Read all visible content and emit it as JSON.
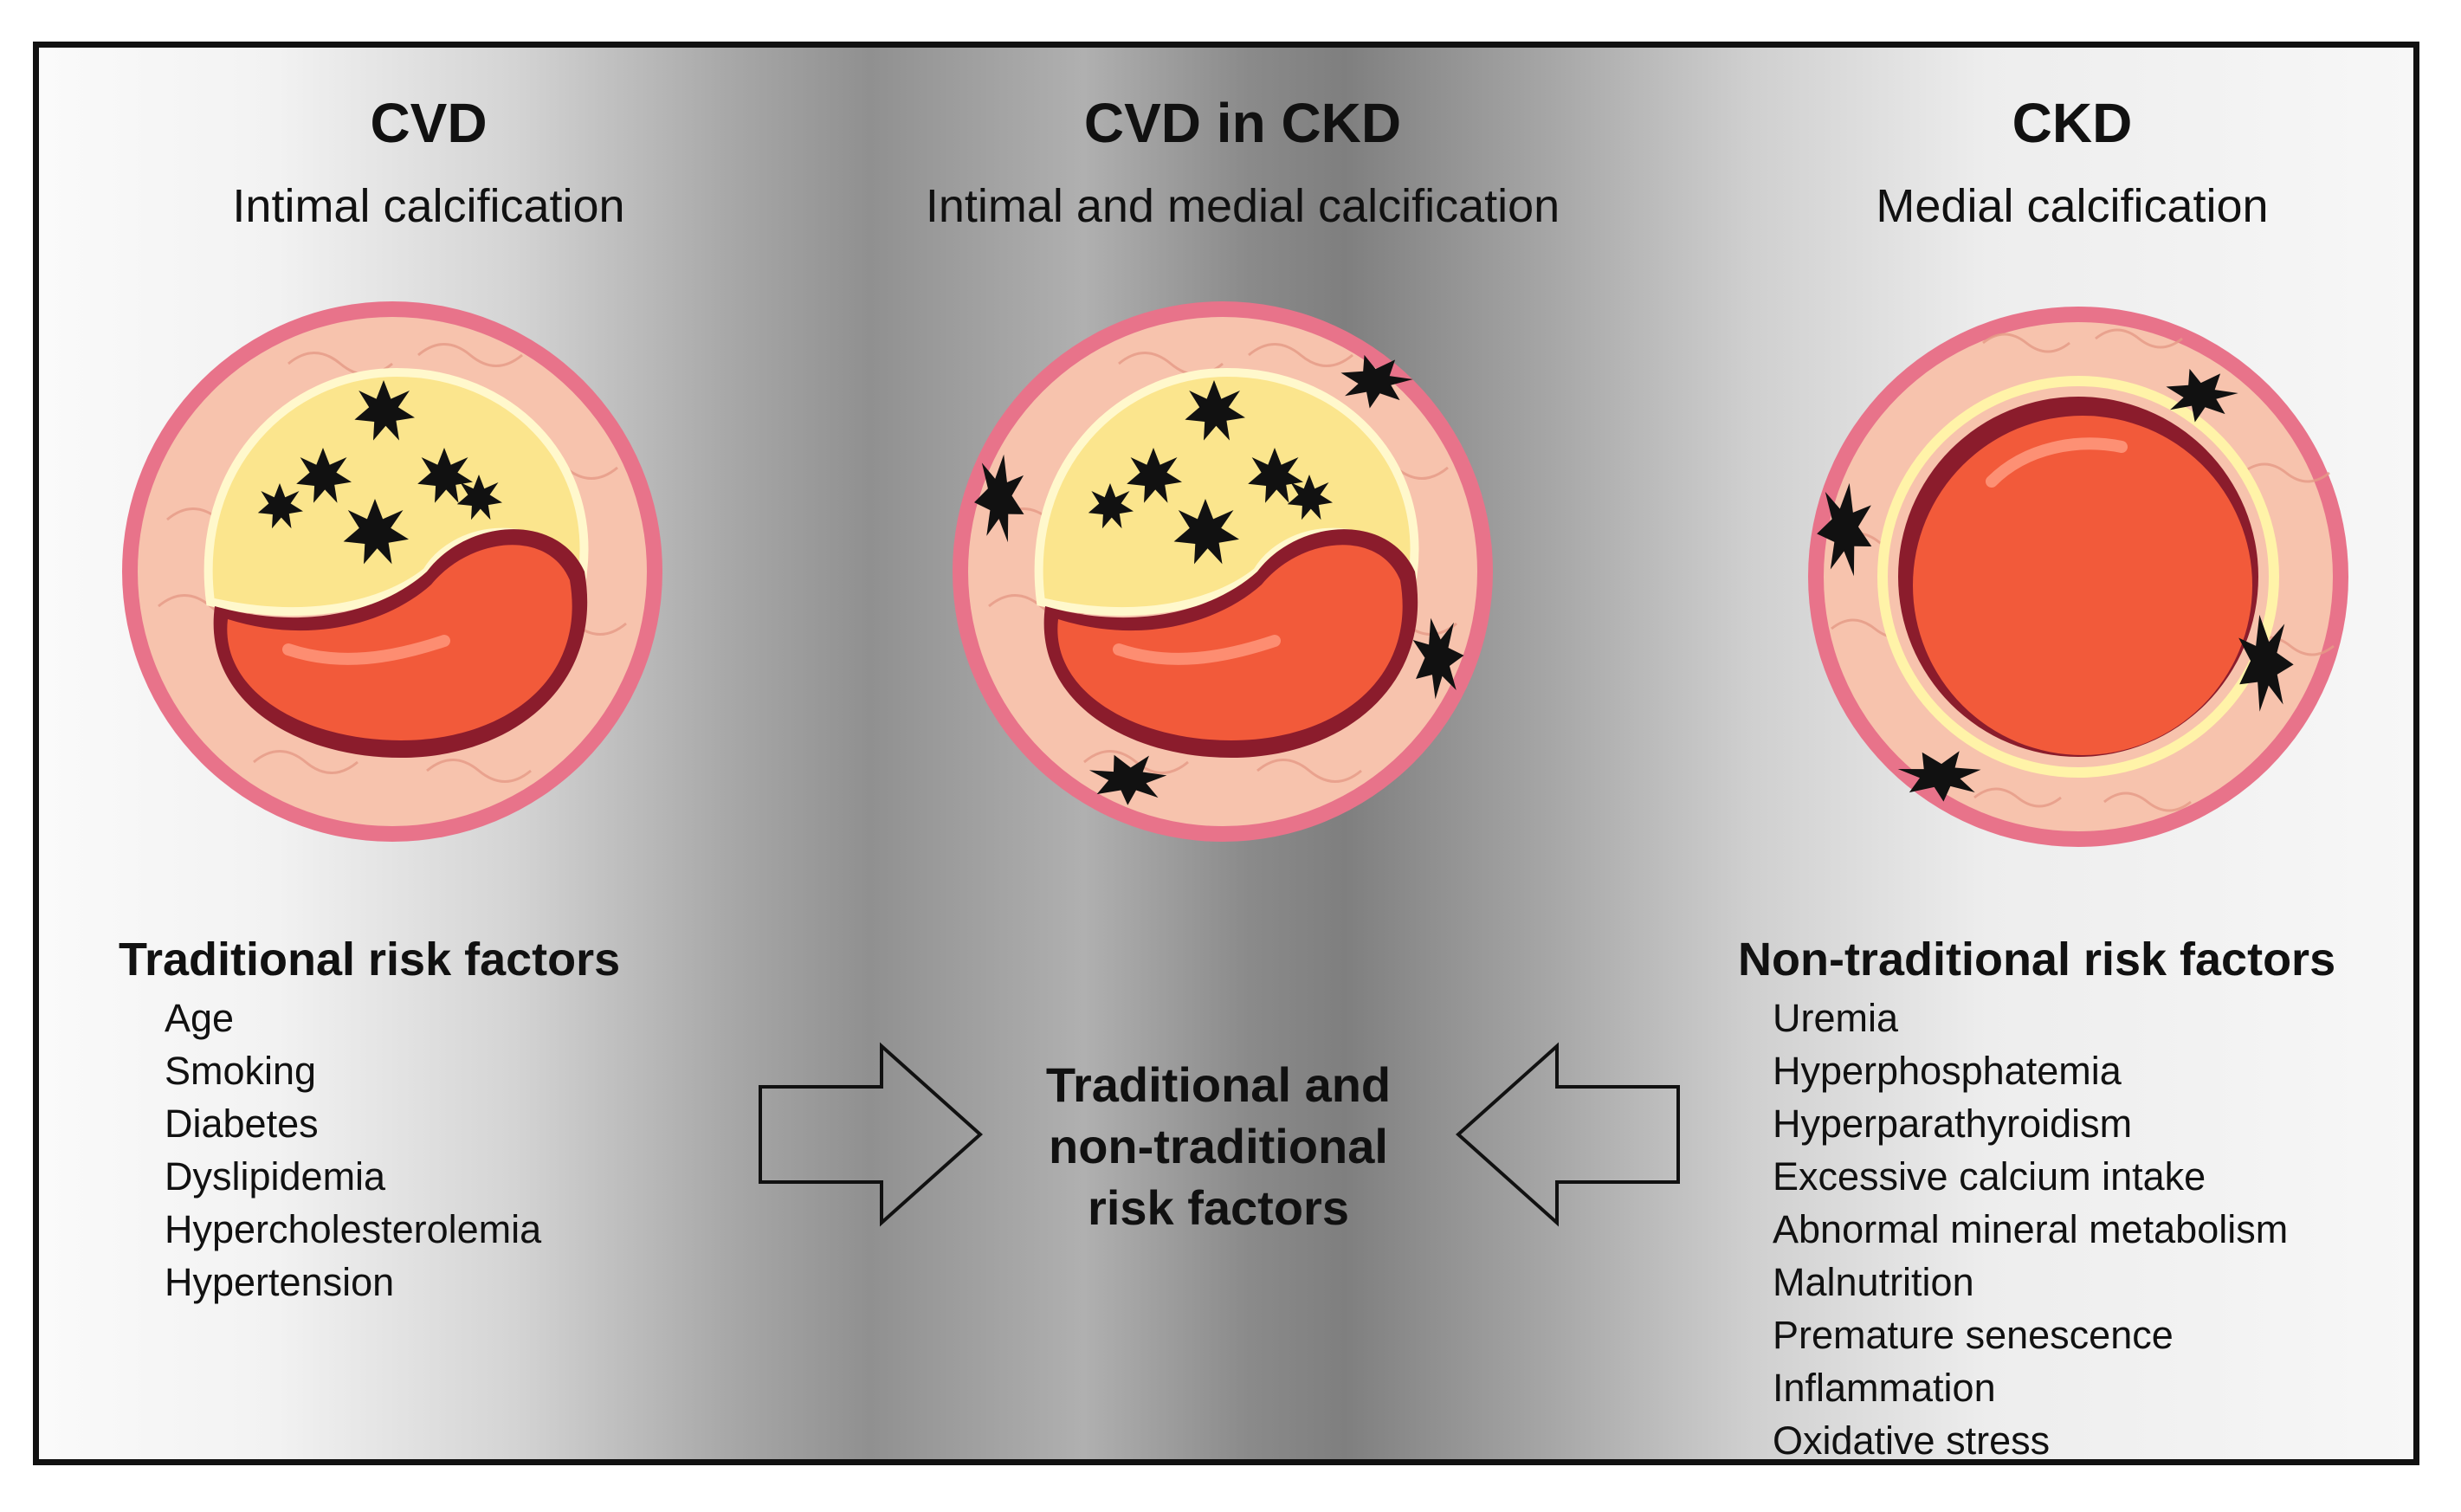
{
  "columns": [
    {
      "id": "cvd",
      "title": "CVD",
      "subtitle": "Intimal calcification"
    },
    {
      "id": "cvd-ckd",
      "title": "CVD in CKD",
      "subtitle": "Intimal and medial calcification"
    },
    {
      "id": "ckd",
      "title": "CKD",
      "subtitle": "Medial calcification"
    }
  ],
  "traditional": {
    "heading": "Traditional risk factors",
    "items": [
      "Age",
      "Smoking",
      "Diabetes",
      "Dyslipidemia",
      "Hypercholesterolemia",
      "Hypertension"
    ]
  },
  "non_traditional": {
    "heading": "Non-traditional risk factors",
    "items": [
      "Uremia",
      "Hyperphosphatemia",
      "Hyperparathyroidism",
      "Excessive calcium intake",
      "Abnormal mineral metabolism",
      "Malnutrition",
      "Premature senescence",
      "Inflammation",
      "Oxidative stress"
    ]
  },
  "center": {
    "lines": [
      "Traditional and",
      "non-traditional",
      "risk factors"
    ]
  },
  "colors": {
    "vessel_outer": "#e8738a",
    "media": "#f7c3ad",
    "intima": "#fff3a8",
    "plaque": "#fbe58d",
    "blood": "#f25a3a",
    "lumen_wall": "#8b1c2c",
    "calcium": "#111111"
  }
}
